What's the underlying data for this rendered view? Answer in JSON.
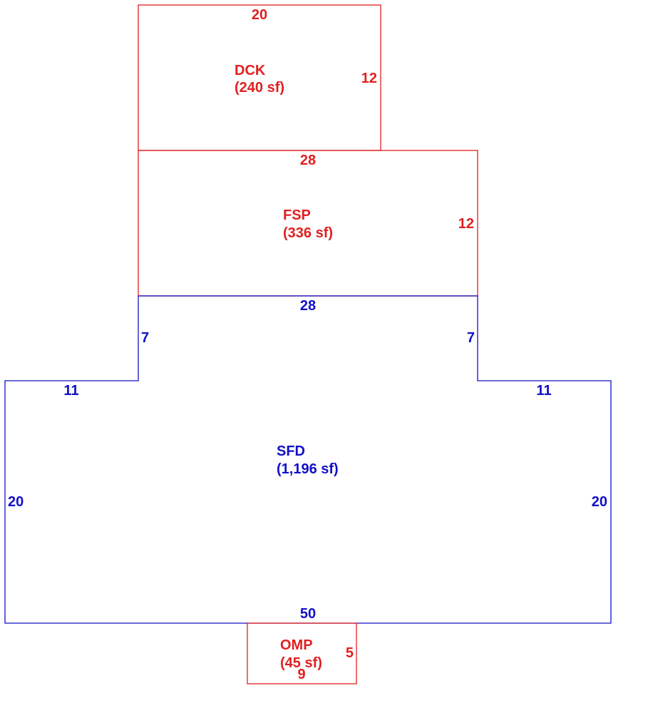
{
  "colors": {
    "addition": "#e02020",
    "living_area": "#1010c8",
    "background": "#ffffff"
  },
  "areas": {
    "dck": {
      "code": "DCK",
      "area": "(240 sf)",
      "dim_top": "20",
      "dim_right": "12"
    },
    "fsp": {
      "code": "FSP",
      "area": "(336 sf)",
      "dim_top": "28",
      "dim_right": "12"
    },
    "sfd": {
      "code": "SFD",
      "area": "(1,196 sf)",
      "dim_top": "28",
      "dim_left_step": "7",
      "dim_right_step": "7",
      "dim_left_wing": "11",
      "dim_right_wing": "11",
      "dim_left": "20",
      "dim_right": "20",
      "dim_bottom": "50"
    },
    "omp": {
      "code": "OMP",
      "area": "(45 sf)",
      "dim_right": "5",
      "dim_bottom": "9"
    }
  }
}
